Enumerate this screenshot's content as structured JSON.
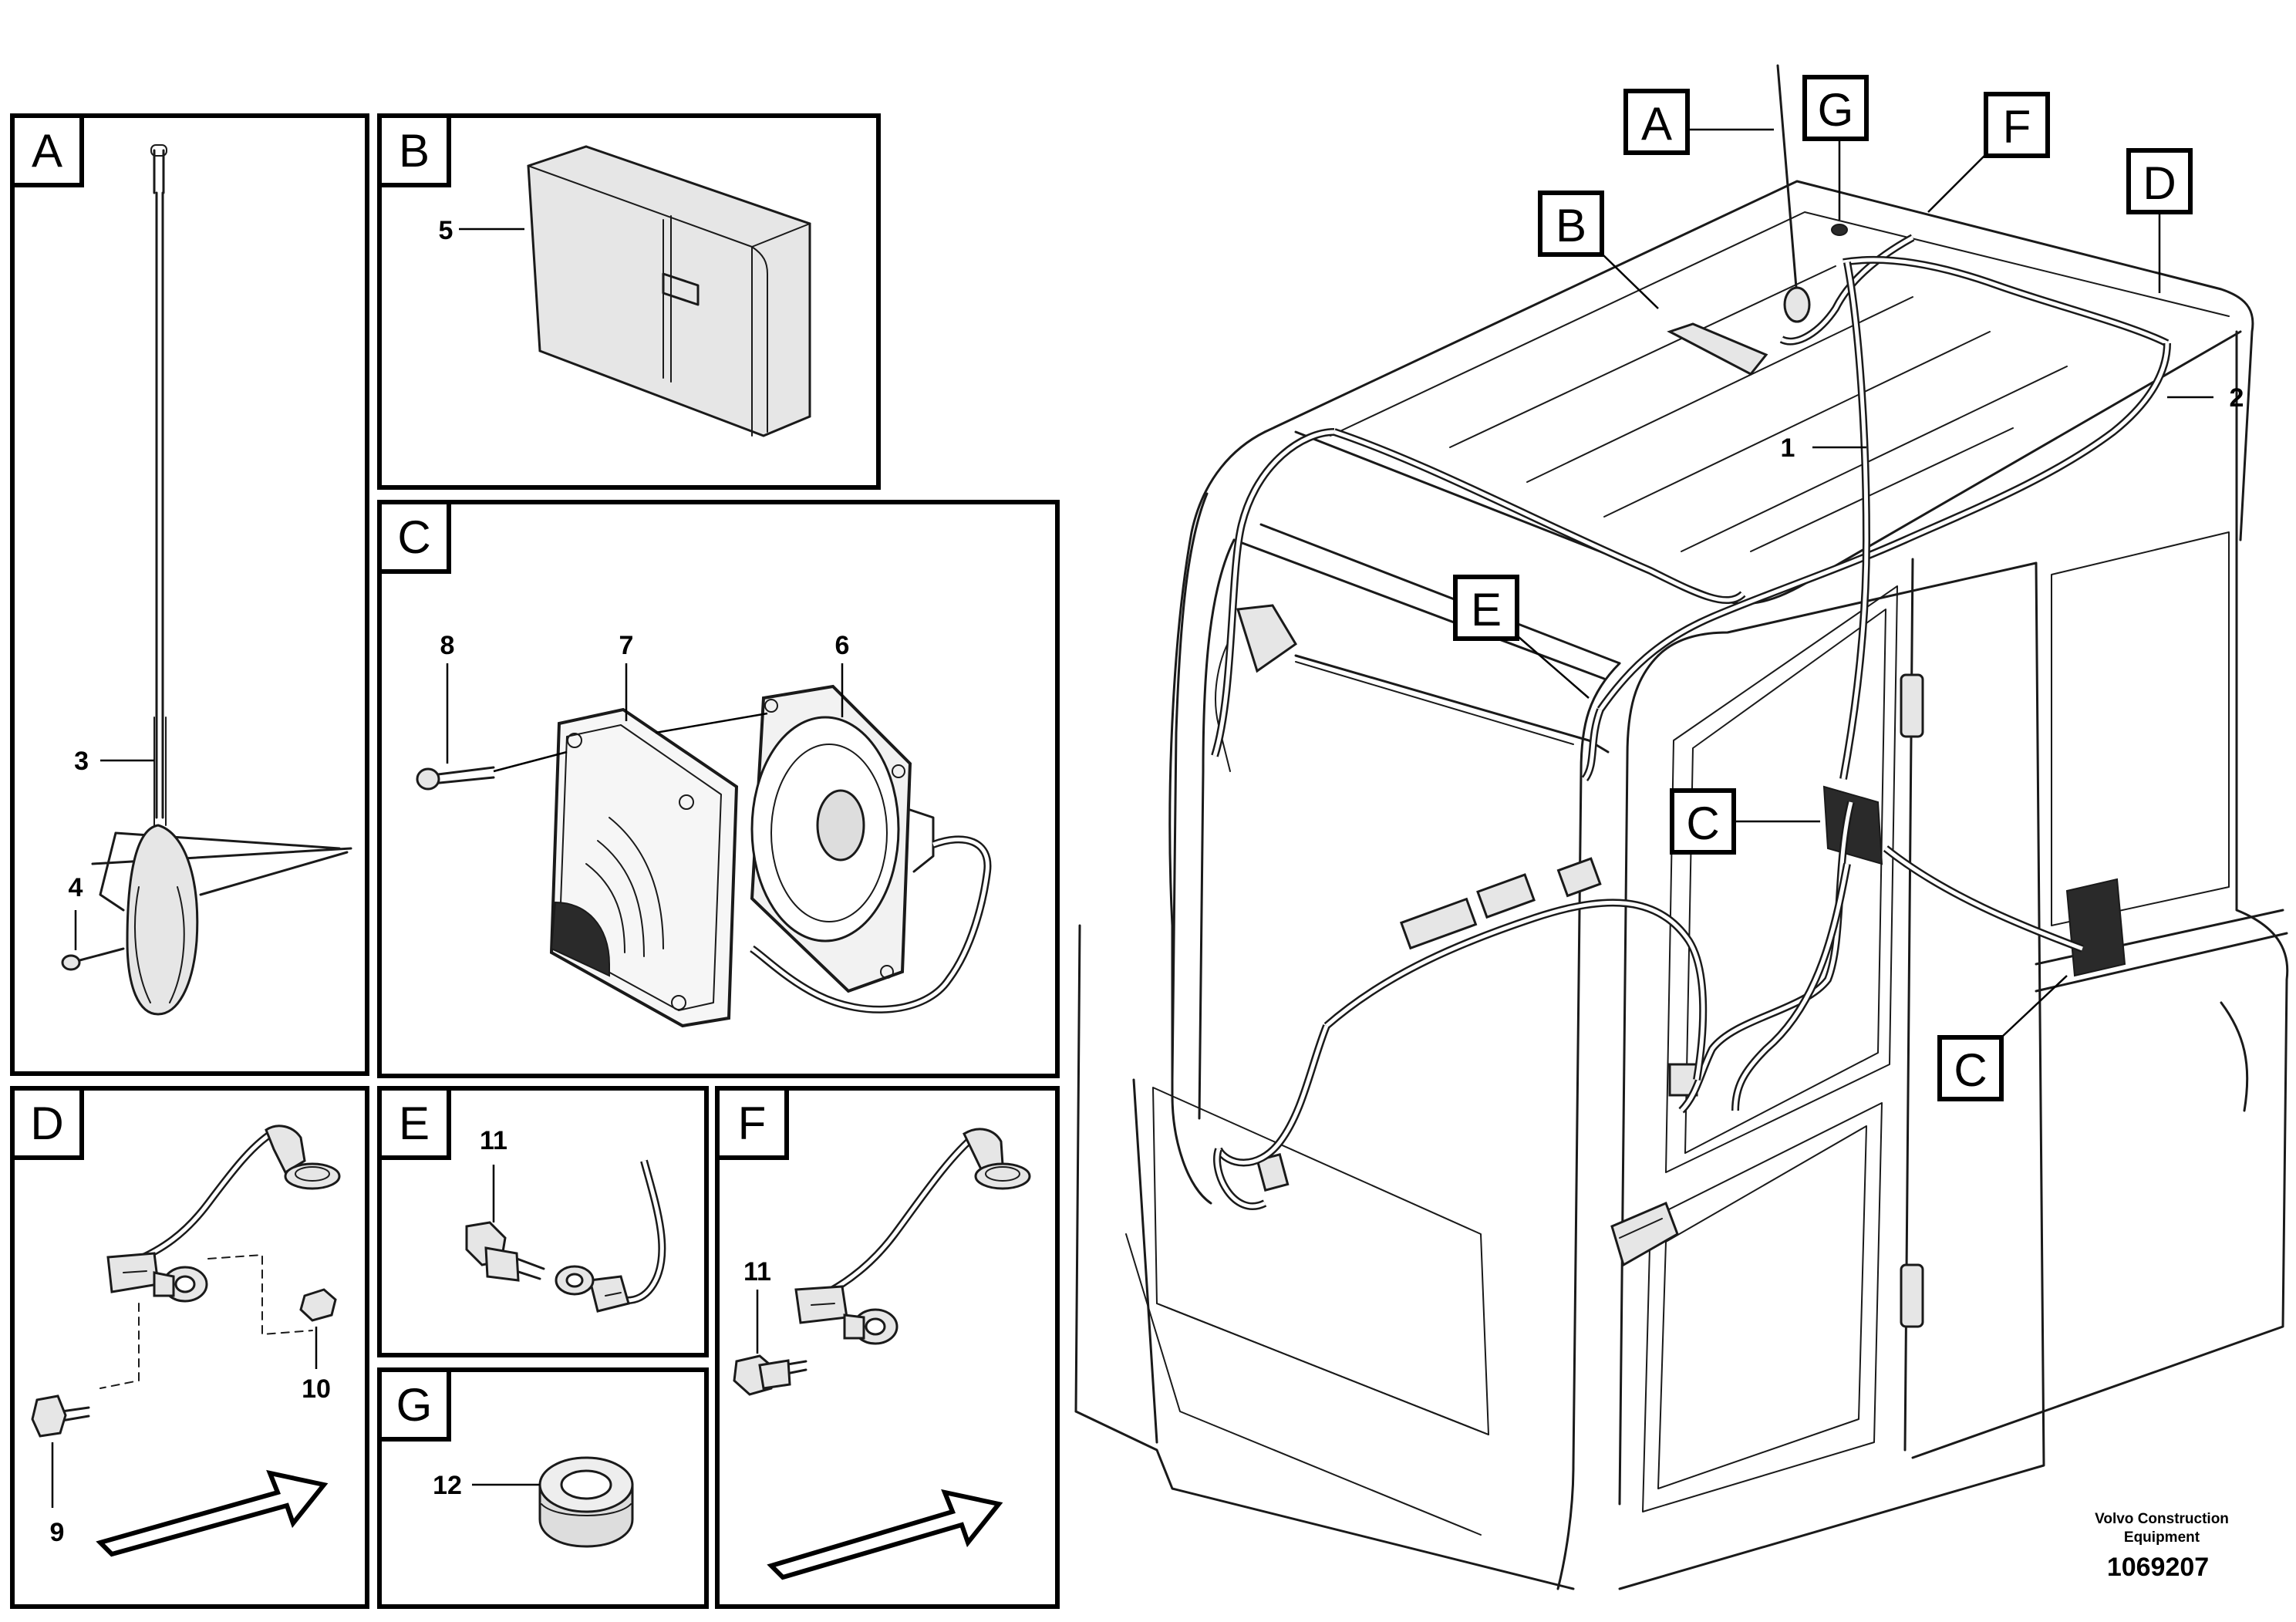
{
  "panels": {
    "A": {
      "tag": "A",
      "labels": {
        "antenna_rod": "3",
        "antenna_screw": "4"
      }
    },
    "B": {
      "tag": "B",
      "labels": {
        "radio": "5"
      }
    },
    "C": {
      "tag": "C",
      "labels": {
        "screw": "8",
        "speaker_cover": "7",
        "speaker": "6"
      }
    },
    "D": {
      "tag": "D",
      "labels": {
        "bolt": "9",
        "nut": "10"
      }
    },
    "E": {
      "tag": "E",
      "labels": {
        "bolt": "11"
      }
    },
    "F": {
      "tag": "F",
      "labels": {
        "bolt": "11"
      }
    },
    "G": {
      "tag": "G",
      "labels": {
        "grommet": "12"
      }
    }
  },
  "main_view": {
    "callouts": [
      "A",
      "G",
      "F",
      "D",
      "B",
      "E",
      "C",
      "C"
    ],
    "labels": {
      "harness_1": "1",
      "harness_2": "2"
    }
  },
  "footer": {
    "manufacturer_line1": "Volvo Construction",
    "manufacturer_line2": "Equipment",
    "part_number": "1069207"
  }
}
